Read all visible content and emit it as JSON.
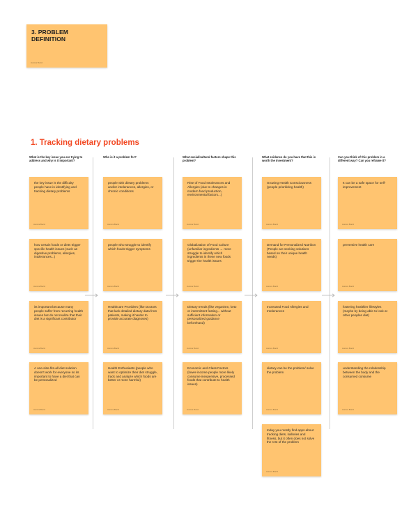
{
  "header": {
    "title": "3. PROBLEM DEFINITION",
    "author": "Aurora Bucci"
  },
  "section": {
    "title": "1. Tracking dietary problems"
  },
  "author": "Aurora Bucci",
  "columns": [
    {
      "question": "What is the key issue you are trying to address and why is it important?",
      "notes": [
        "the key issue is the difficulty people have in identifying and tracking dietary problems",
        "how certain foods or diets trigger specific health issues (such as digestive problems, allergies, intolerances...)",
        "its important because many people suffer from recurring health issues but do not realize that their diet is a significant contributor",
        "A one-size-fits-all diet solution doesn't work for everyone so its important to have a diet that can be personalized"
      ]
    },
    {
      "question": "Who is it a problem for?",
      "notes": [
        "people with dietary problems and/or intolerances, allergies, or chronic conditions",
        "people who struggle to identify which foods trigger symptoms",
        "Healthcare Providers (like Doctors that lack detailed dietary data from patients, making it harder to provide accurate diagnoses)",
        "Health Enthusiasts (people who want to optimize their diet struggle, track and analyze which foods are better or more harmful)"
      ]
    },
    {
      "question": "What social/cultural factors shape this problem?",
      "notes": [
        "Rise of Food Intolerances and Allergies (due to changes in modern food production, environmental factors...)",
        "Globalization of Food Culture (unfamiliar ingredients → more struggle to identify which ingredients in these new foods trigger the health issues",
        "Dietary trends (like veganism, keto or intermittent fasting... without sufficient information or personalized guidance beforehand)",
        "Economic and Class Factors (lower-income people more likely consume inexpensive, processed foods that contribute to health issues)"
      ]
    },
    {
      "question": "What evidence do you have that this is worth the investment?",
      "notes": [
        "Growing Health Consciousness (people prioritizing health)",
        "Demand for Personalized Nutrition (People are seeking solutions based on their unique health needs)",
        "Increased Food Allergies and Intolerances",
        "dietary can be the problem/ solve the problem",
        "today you mostly find apps about tracking diets, kallories and fitness, but it often does not solve the rest of the problem"
      ]
    },
    {
      "question": "Can you think of this problem in a different way? Can you reframe it?",
      "notes": [
        "It can be a safe space for self-improvement",
        "preventive health care",
        "fostering healthier lifestyles (maybe by being able to look at other peoples diet)",
        "understanding the relationship between the body and the consumed consume"
      ]
    }
  ],
  "colors": {
    "sticky": "#ffc470",
    "accent": "#f24822",
    "divider": "#cfcfcf",
    "arrow": "#b0b0b0"
  },
  "icons": [
    "arrow-right-icon"
  ]
}
